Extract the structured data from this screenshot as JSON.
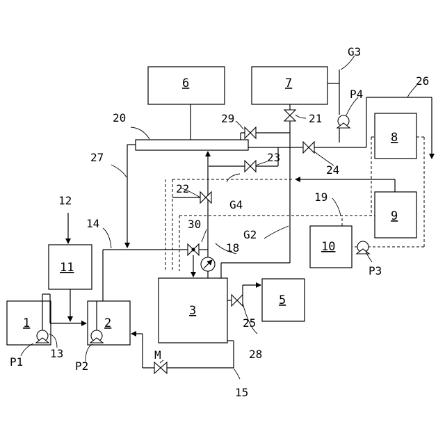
{
  "boxes": [
    {
      "id": "1",
      "label": "1"
    },
    {
      "id": "2",
      "label": "2"
    },
    {
      "id": "3",
      "label": "3"
    },
    {
      "id": "5",
      "label": "5"
    },
    {
      "id": "6",
      "label": "6"
    },
    {
      "id": "7",
      "label": "7"
    },
    {
      "id": "8",
      "label": "8"
    },
    {
      "id": "9",
      "label": "9"
    },
    {
      "id": "10",
      "label": "10"
    },
    {
      "id": "11",
      "label": "11"
    }
  ],
  "labels": {
    "n12": "12",
    "n13": "13",
    "n14": "14",
    "n15": "15",
    "n18": "18",
    "n19": "19",
    "n20": "20",
    "n21": "21",
    "n22": "22",
    "n23": "23",
    "n24": "24",
    "n25": "25",
    "n26": "26",
    "n27": "27",
    "n28": "28",
    "n29": "29",
    "n30": "30",
    "g2": "G2",
    "g3": "G3",
    "g4": "G4",
    "p1": "P1",
    "p2": "P2",
    "p3": "P3",
    "p4": "P4",
    "m": "M"
  },
  "icons": [
    "pump-icon",
    "valve-icon",
    "gauge-icon",
    "arrow-icon"
  ]
}
